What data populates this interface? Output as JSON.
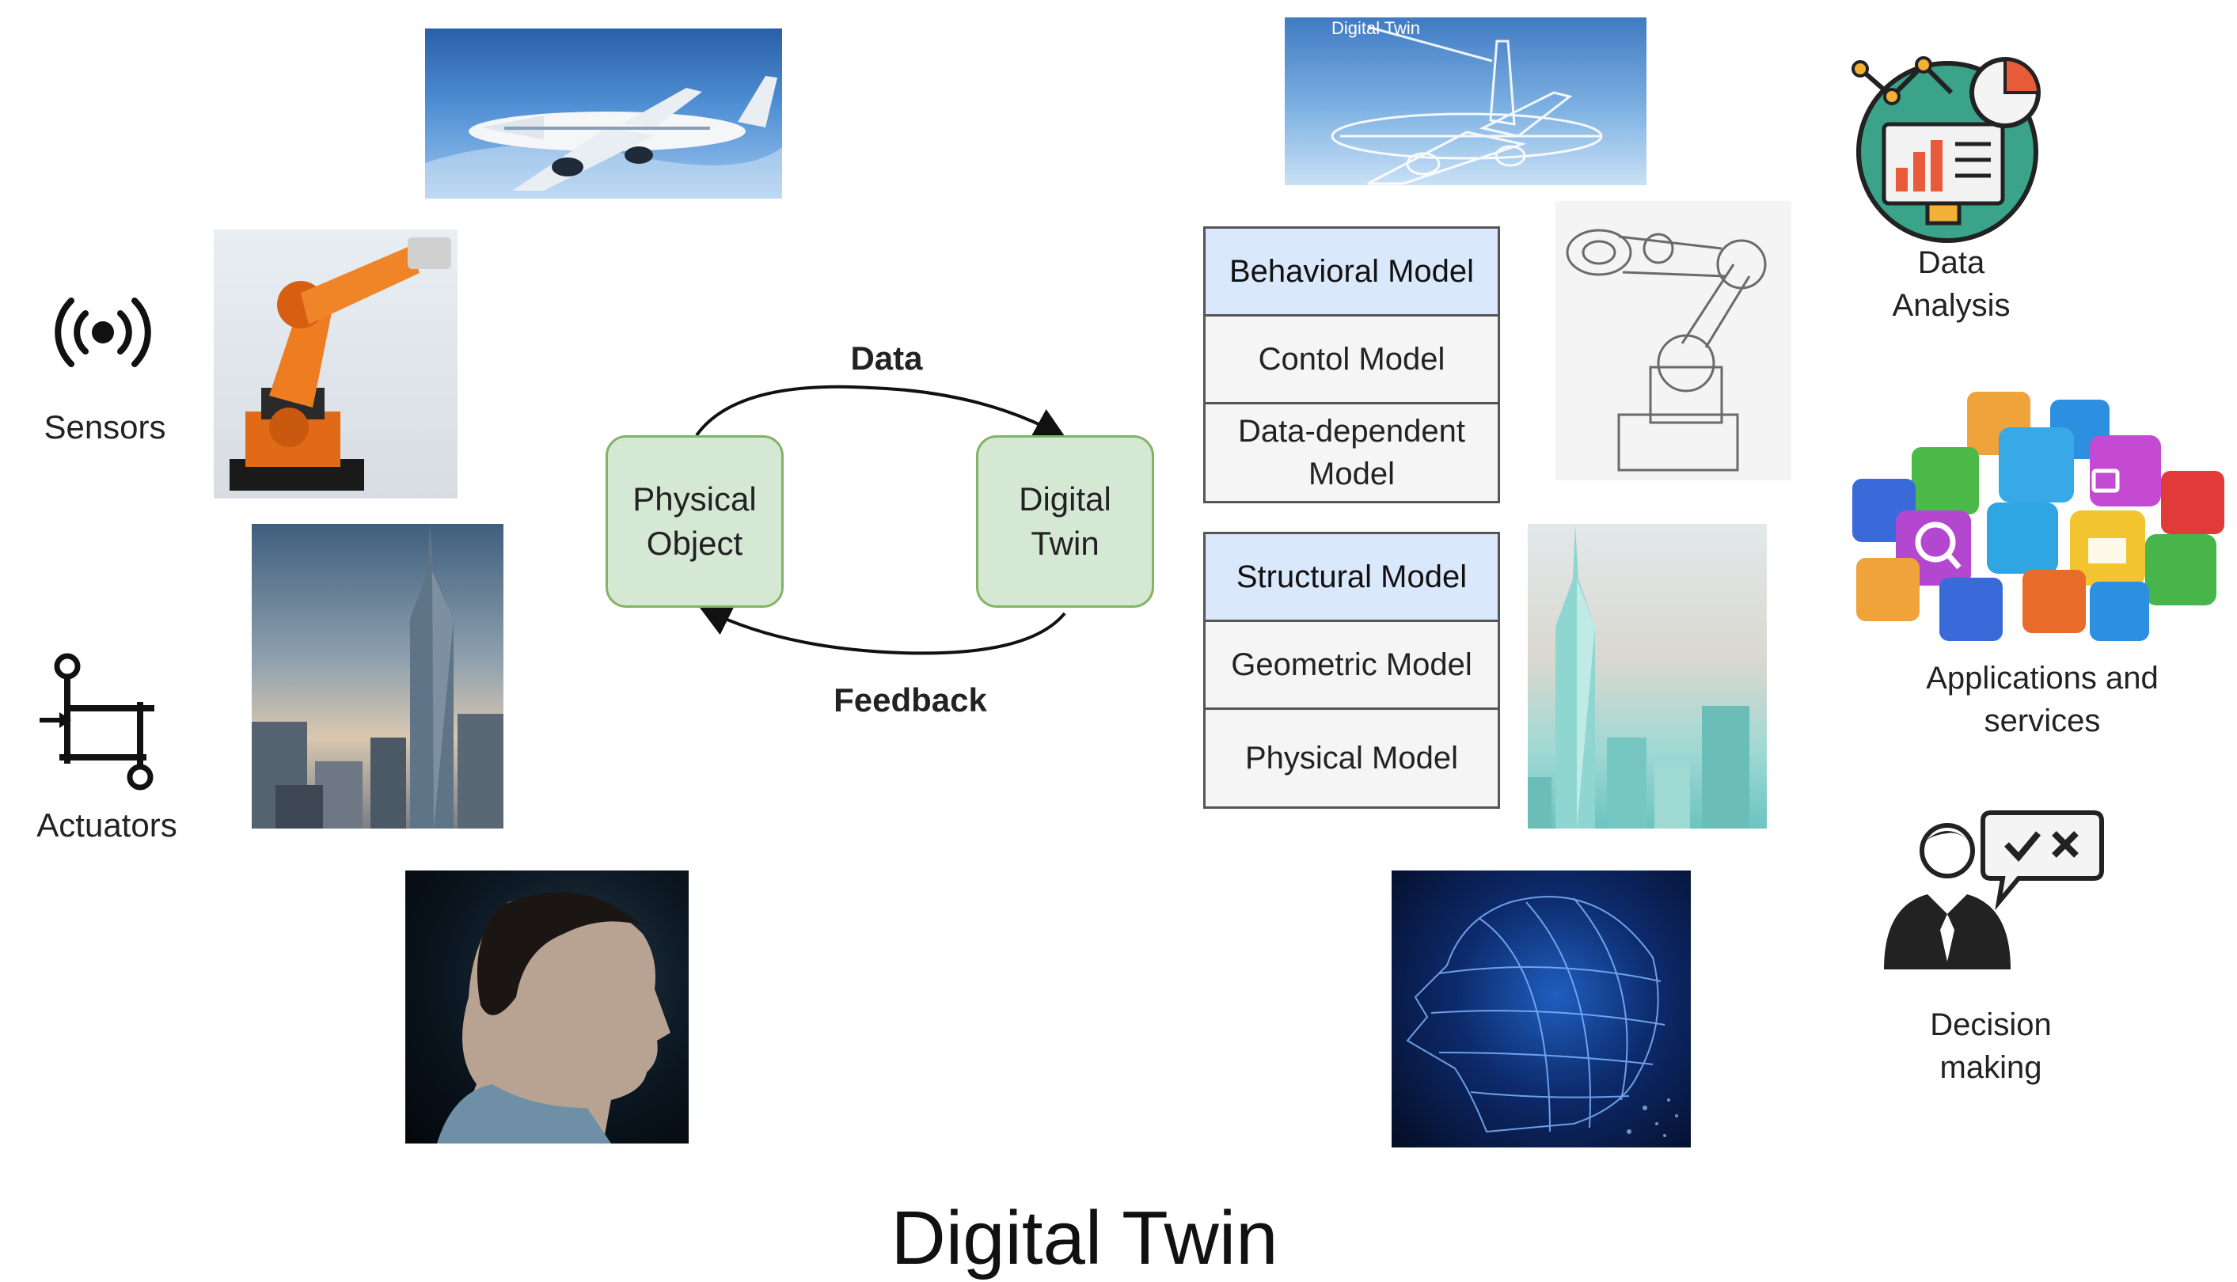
{
  "left_side": {
    "sensors_label": "Sensors",
    "actuators_label": "Actuators",
    "images": [
      "airplane-photo",
      "industrial-robot-photo",
      "skyscraper-photo",
      "person-profile-photo"
    ]
  },
  "cycle": {
    "physical_object": "Physical\nObject",
    "digital_twin": "Digital\nTwin",
    "data_label": "Data",
    "feedback_label": "Feedback"
  },
  "models": {
    "behavioral_group": [
      "Behavioral Model",
      "Contol Model",
      "Data-dependent\nModel"
    ],
    "structural_group": [
      "Structural Model",
      "Geometric Model",
      "Physical Model"
    ]
  },
  "right_side": {
    "airplane_caption": "Digital Twin",
    "images": [
      "airplane-wireframe",
      "robot-sketch",
      "skyscraper-digital",
      "wireframe-head"
    ]
  },
  "services": {
    "data_analysis": "Data\nAnalysis",
    "applications": "Applications and\nservices",
    "decision": "Decision\nmaking"
  },
  "title": "Digital Twin",
  "colors": {
    "node_fill": "#d5e8d4",
    "node_border": "#82b366",
    "model_header": "#dae8fc",
    "model_cell": "#f5f5f5"
  }
}
